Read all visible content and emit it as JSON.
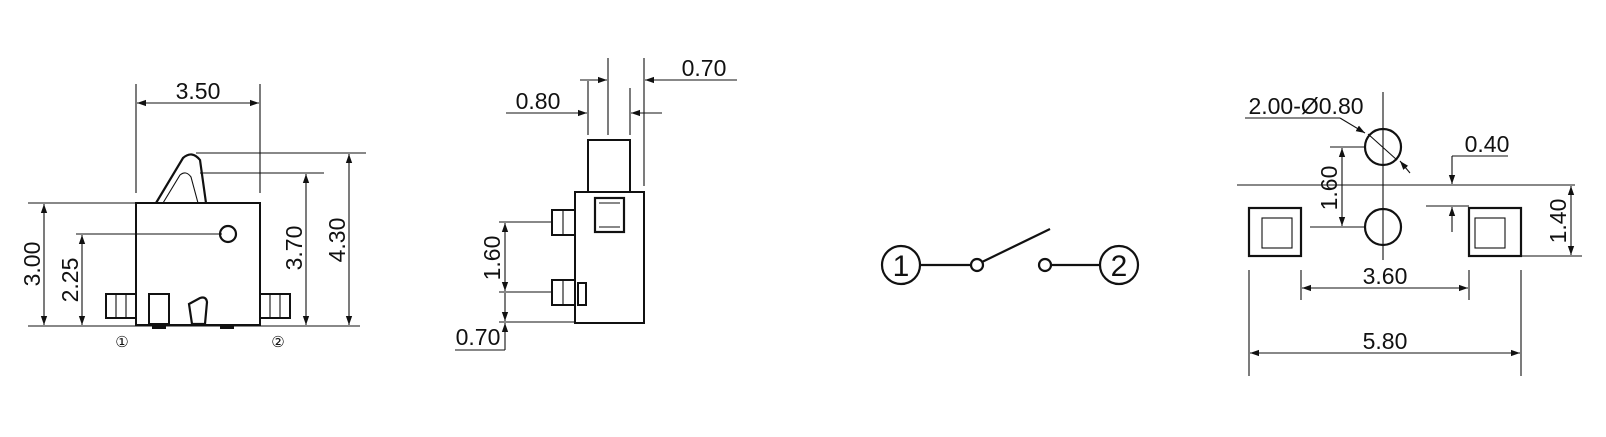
{
  "front_view": {
    "width_dim": "3.50",
    "height_body_dim": "3.00",
    "height_hole_dim": "2.25",
    "height_actuator_dim": "3.70",
    "height_total_dim": "4.30",
    "pin1_label": "①",
    "pin2_label": "②"
  },
  "side_view": {
    "top_dim": "0.70",
    "left_dim": "0.80",
    "pitch_dim": "1.60",
    "bottom_dim": "0.70"
  },
  "schematic": {
    "terminal1": "1",
    "terminal2": "2"
  },
  "footprint": {
    "hole_dim": "2.00-Ø0.80",
    "offset_dim": "0.40",
    "hole_pitch_dim": "1.60",
    "pad_height_dim": "1.40",
    "inner_span_dim": "3.60",
    "outer_span_dim": "5.80"
  }
}
